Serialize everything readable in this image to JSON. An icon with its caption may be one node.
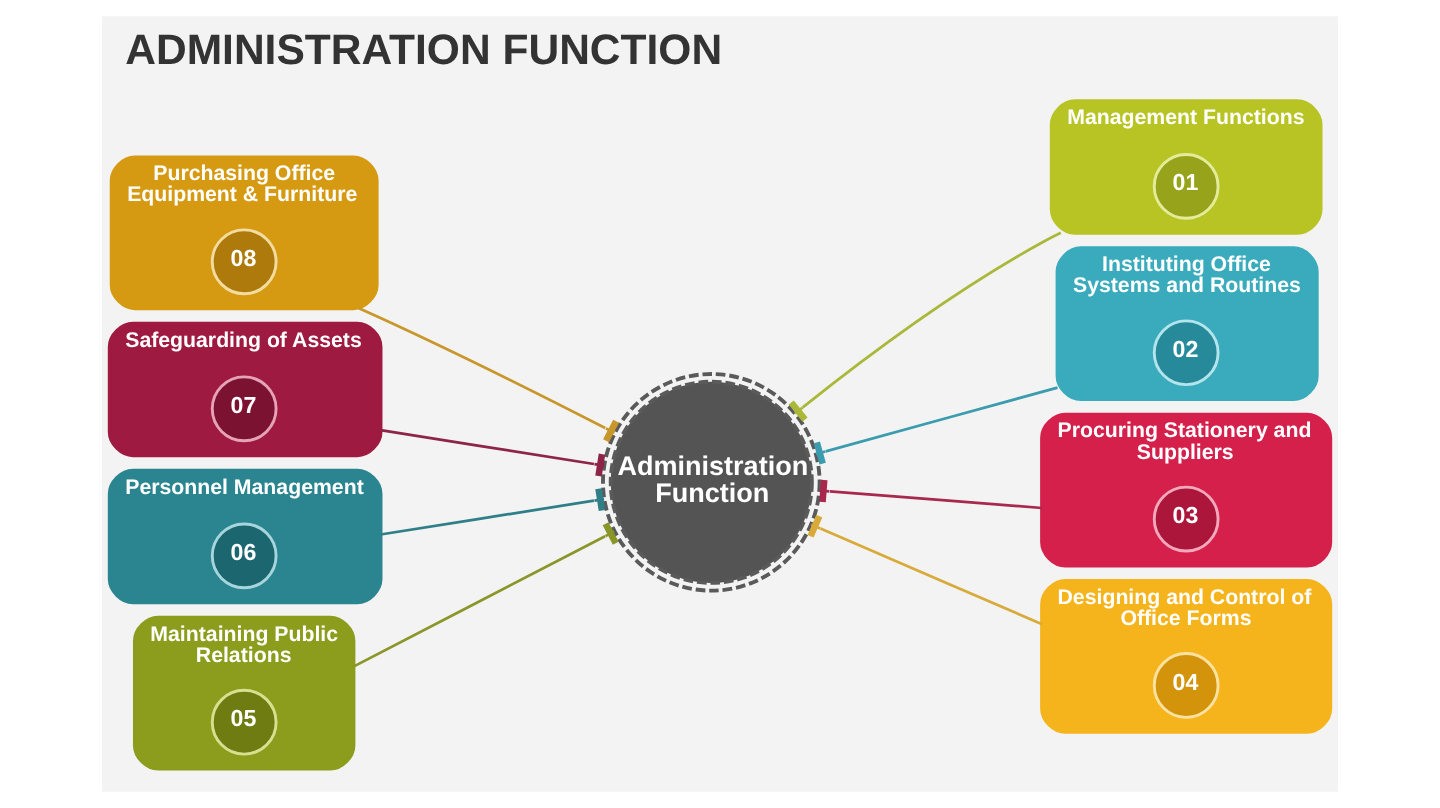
{
  "diagram": {
    "title": "ADMINISTRATION FUNCTION",
    "nodes": [
      {
        "text": [
          "Administration Function"
        ]
      },
      {
        "text": [
          "Purchasing Office Equipment & Furniture"
        ]
      },
      {
        "text": [
          "08"
        ],
        "in": 1
      },
      {
        "text": [
          "Management Functions"
        ]
      },
      {
        "text": [
          "01"
        ],
        "in": 3
      },
      {
        "text": [
          "Safeguarding of Assets"
        ]
      },
      {
        "text": [
          "07"
        ],
        "in": 5
      },
      {
        "text": [
          "Instituting Office Systems and Routines"
        ]
      },
      {
        "text": [
          "02"
        ],
        "in": 7
      },
      {
        "text": [
          "Personnel Management"
        ]
      },
      {
        "text": [
          "06"
        ],
        "in": 9
      },
      {
        "text": [
          "Procuring Stationery and Suppliers"
        ]
      },
      {
        "text": [
          "03"
        ],
        "in": 11
      },
      {
        "text": [
          "Maintaining Public Relations"
        ]
      },
      {
        "text": [
          "05"
        ],
        "in": 13
      },
      {
        "text": [
          "Designing and Control of Office Forms"
        ]
      },
      {
        "text": [
          "04"
        ],
        "in": 15
      }
    ],
    "edges": [
      {
        "from": 1,
        "to": 0,
        "arrow": "other",
        "color": "#c8962a"
      },
      {
        "from": 0,
        "to": 3,
        "arrow": "other",
        "color": "#aab83a"
      },
      {
        "from": 5,
        "to": 0,
        "arrow": "other",
        "color": "#8e2448"
      },
      {
        "from": 0,
        "to": 7,
        "arrow": "other",
        "color": "#3a9cae"
      },
      {
        "from": 9,
        "to": 0,
        "arrow": "other",
        "color": "#2f7f88"
      },
      {
        "from": 0,
        "to": 11,
        "arrow": "other",
        "color": "#a8284e"
      },
      {
        "from": 13,
        "to": 0,
        "arrow": "other",
        "color": "#8a9628"
      },
      {
        "from": 0,
        "to": 15,
        "arrow": "other",
        "color": "#d8aa3a"
      }
    ]
  }
}
